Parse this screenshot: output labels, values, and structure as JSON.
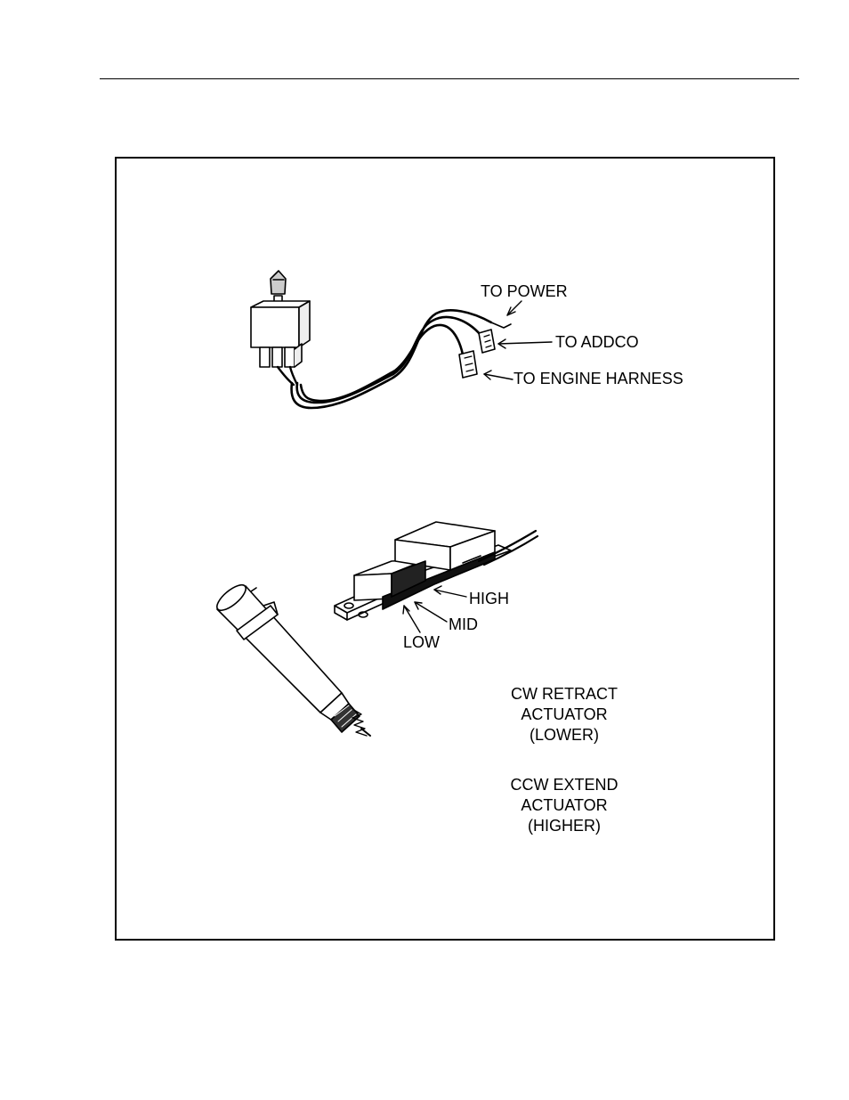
{
  "figure": {
    "switch_labels": {
      "to_power": "TO POWER",
      "to_addco": "TO ADDCO",
      "to_engine_harness": "TO ENGINE HARNESS"
    },
    "resistor_labels": {
      "high": "HIGH",
      "mid": "MID",
      "low": "LOW"
    },
    "notes": {
      "cw_line1": "CW RETRACT",
      "cw_line2": "ACTUATOR",
      "cw_line3": "(LOWER)",
      "ccw_line1": "CCW EXTEND",
      "ccw_line2": "ACTUATOR",
      "ccw_line3": "(HIGHER)"
    }
  }
}
